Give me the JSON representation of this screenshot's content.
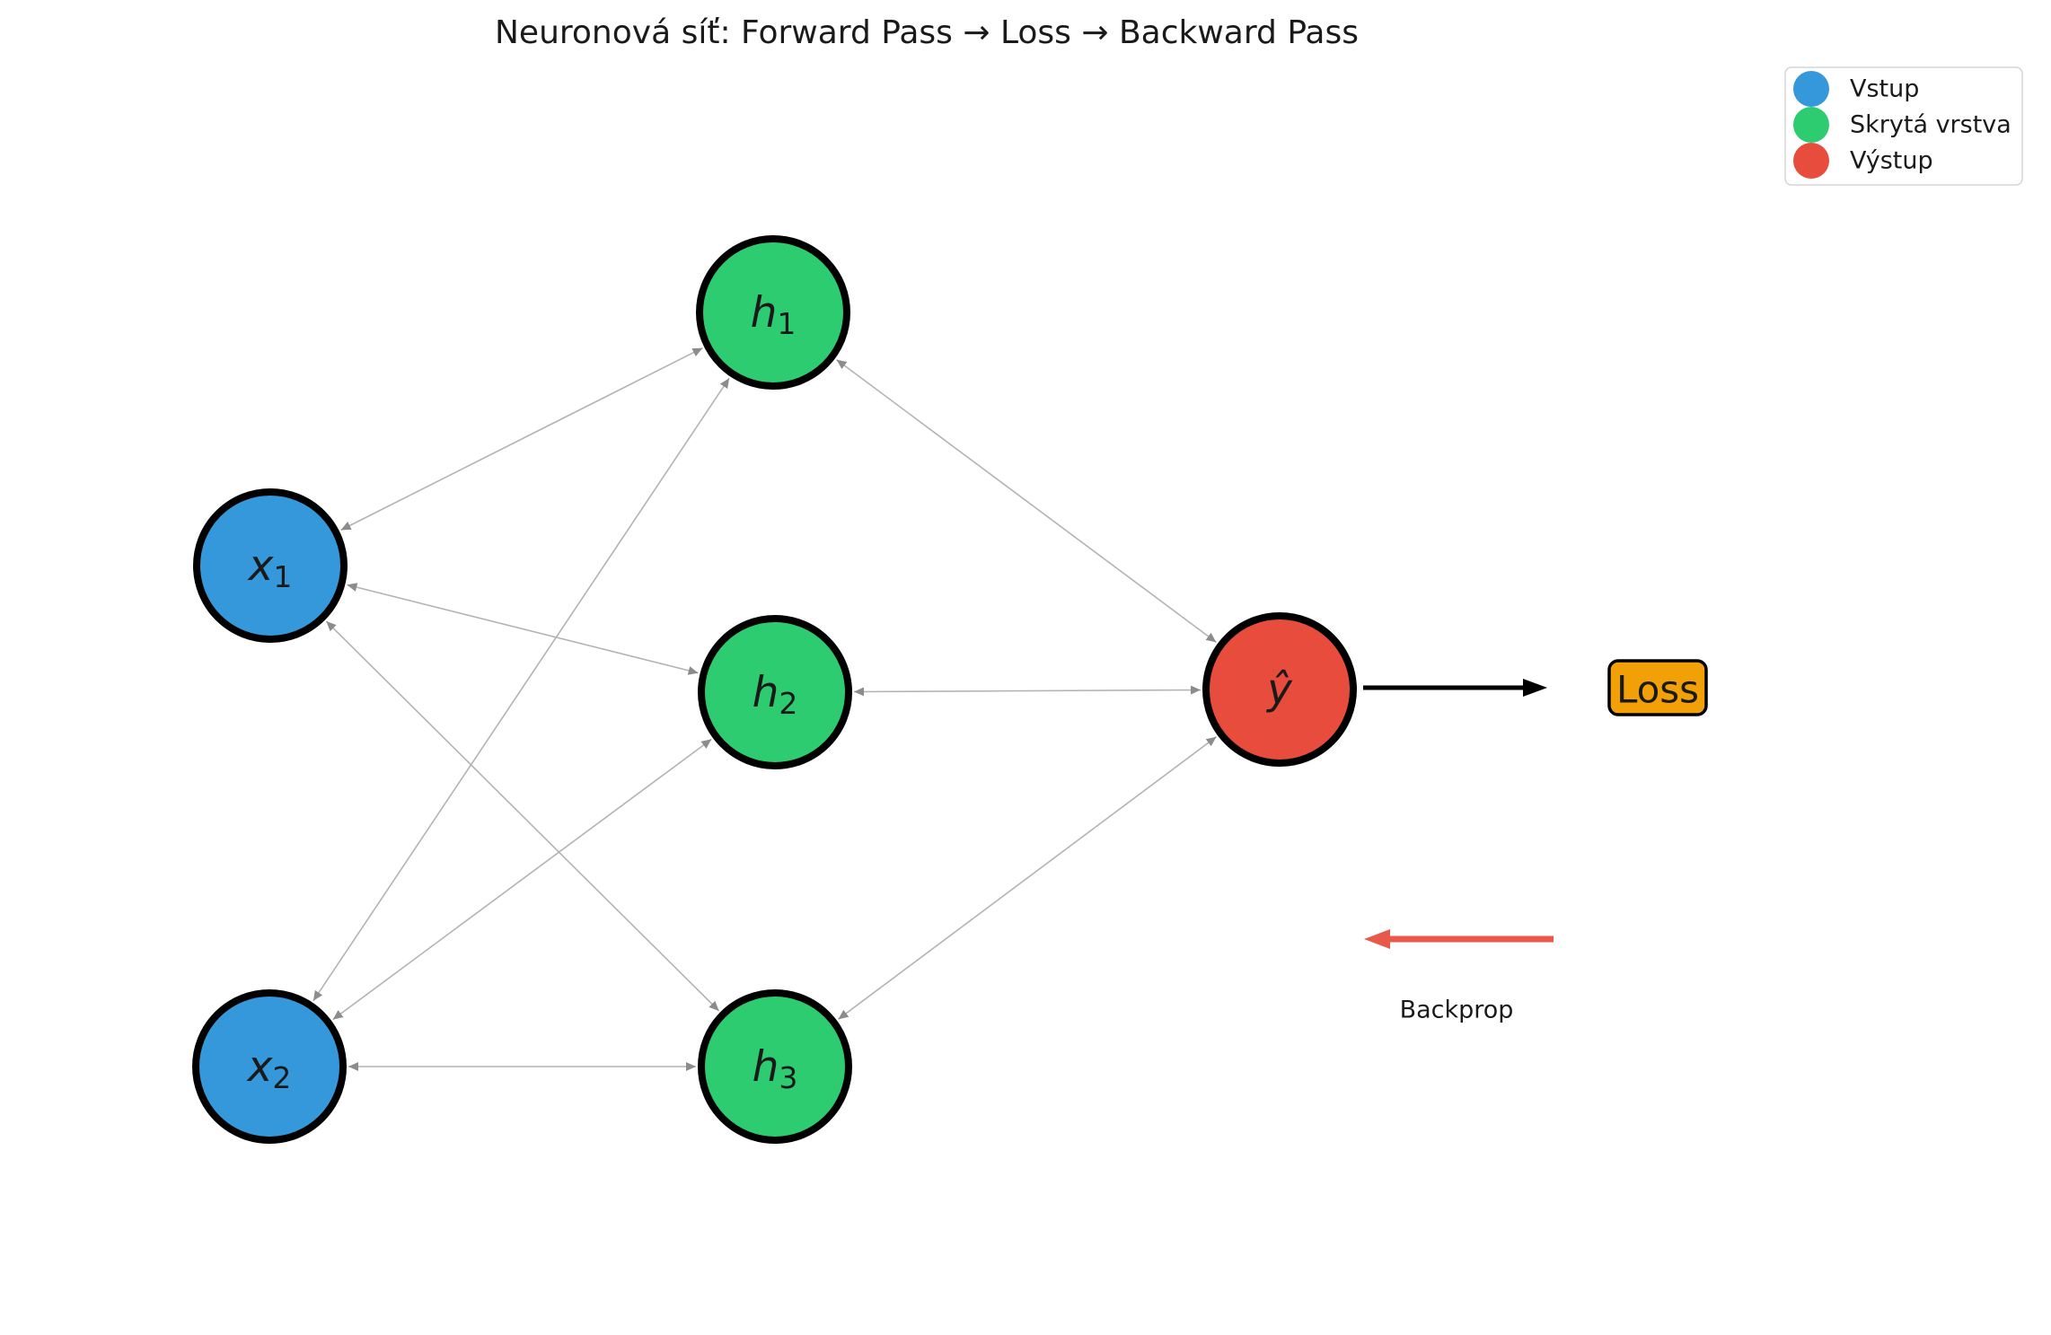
{
  "title": "Neuronová síť: Forward Pass → Loss → Backward Pass",
  "legend": {
    "items": [
      {
        "label": "Vstup",
        "color": "#3498db"
      },
      {
        "label": "Skrytá vrstva",
        "color": "#2ecc71"
      },
      {
        "label": "Výstup",
        "color": "#e74c3c"
      }
    ]
  },
  "nodes": {
    "x1": {
      "label_base": "x",
      "label_sub": "1",
      "layer": "input"
    },
    "x2": {
      "label_base": "x",
      "label_sub": "2",
      "layer": "input"
    },
    "h1": {
      "label_base": "h",
      "label_sub": "1",
      "layer": "hidden"
    },
    "h2": {
      "label_base": "h",
      "label_sub": "2",
      "layer": "hidden"
    },
    "h3": {
      "label_base": "h",
      "label_sub": "3",
      "layer": "hidden"
    },
    "yhat": {
      "label_base": "ŷ",
      "label_sub": "",
      "layer": "output"
    }
  },
  "edges": [
    {
      "from": "x1",
      "to": "h1"
    },
    {
      "from": "x1",
      "to": "h2"
    },
    {
      "from": "x1",
      "to": "h3"
    },
    {
      "from": "x2",
      "to": "h1"
    },
    {
      "from": "x2",
      "to": "h2"
    },
    {
      "from": "x2",
      "to": "h3"
    },
    {
      "from": "h1",
      "to": "yhat"
    },
    {
      "from": "h2",
      "to": "yhat"
    },
    {
      "from": "h3",
      "to": "yhat"
    }
  ],
  "loss": {
    "label": "Loss"
  },
  "backprop": {
    "label": "Backprop"
  },
  "colors": {
    "input": "#3498db",
    "hidden": "#2ecc71",
    "output": "#e74c3c",
    "node_border": "#000000",
    "edge": "#b3b3b3",
    "edge_arrowhead": "#8c8c8c",
    "forward_arrow": "#000000",
    "loss_box_fill": "#f2a007",
    "loss_box_border": "#000000",
    "backprop": "#e9594b",
    "legend_border": "#d5d5d5",
    "text": "#1a1a1a"
  }
}
